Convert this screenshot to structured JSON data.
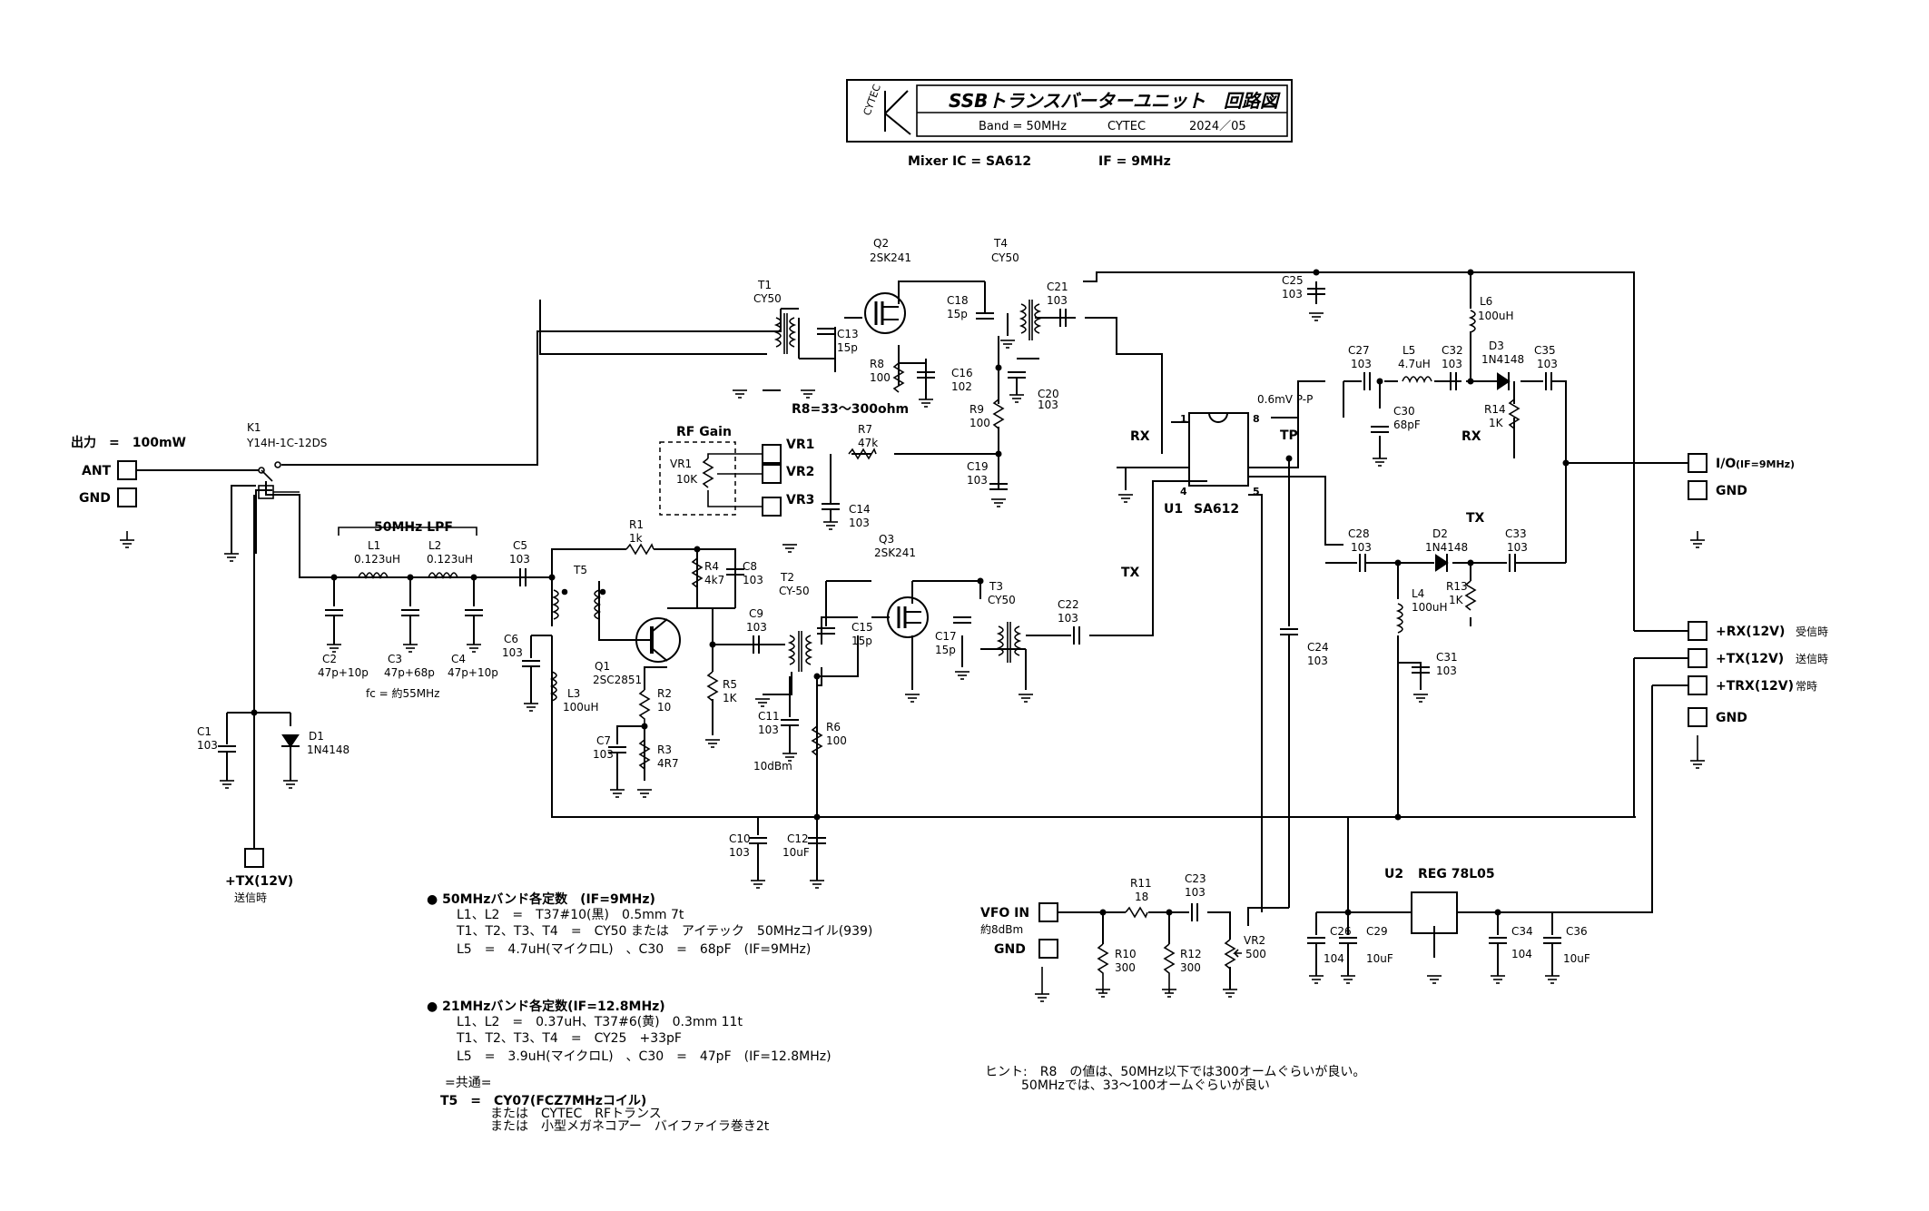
{
  "title_block": {
    "logo_text": "CYTEC",
    "title": "SSBトランスバーターユニット　回路図",
    "band": "Band = 50MHz",
    "maker": "CYTEC",
    "date": "2024／05",
    "mixer_ic": "Mixer IC = SA612",
    "if_freq": "IF = 9MHz"
  },
  "terminals": {
    "output_power": "出力　=　100mW",
    "ant": "ANT",
    "gnd1": "GND",
    "tx_bottom": "+TX(12V)",
    "tx_bottom_note": "送信時",
    "vr1": "VR1",
    "vr2": "VR2",
    "vr3": "VR3",
    "io": "I/O",
    "io_note": "(IF=9MHz)",
    "gnd2": "GND",
    "rx12": "+RX(12V)",
    "rx12_note": "受信時",
    "tx12": "+TX(12V)",
    "tx12_note": "送信時",
    "trx12": "+TRX(12V)",
    "trx12_note": "常時",
    "gnd3": "GND",
    "vfo_in": "VFO IN",
    "vfo_level": "約8dBm",
    "gnd4": "GND"
  },
  "labels": {
    "k1": "K1",
    "k1_val": "Y14H-1C-12DS",
    "lpf": "50MHz LPF",
    "fc": "fc = 約55MHz",
    "rf_gain": "RF Gain",
    "l1": "L1",
    "l1_val": "0.123uH",
    "l2": "L2",
    "l2_val": "0.123uH",
    "c5": "C5",
    "c5_val": "103",
    "c2": "C2",
    "c2_val": "47p+10p",
    "c3": "C3",
    "c3_val": "47p+68p",
    "c4": "C4",
    "c4_val": "47p+10p",
    "c1": "C1",
    "c1_val": "103",
    "d1": "D1",
    "d1_val": "1N4148",
    "c6": "C6",
    "c6_val": "103",
    "l3": "L3",
    "l3_val": "100uH",
    "t5": "T5",
    "r1": "R1",
    "r1_val": "1k",
    "r4": "R4",
    "r4_val": "4k7",
    "c8": "C8",
    "c8_val": "103",
    "q1": "Q1",
    "q1_val": "2SC2851",
    "r2": "R2",
    "r2_val": "10",
    "r3": "R3",
    "r3_val": "4R7",
    "c7": "C7",
    "c7_val": "103",
    "r5": "R5",
    "r5_val": "1K",
    "c9": "C9",
    "c9_val": "103",
    "t2": "T2",
    "t2_val": "CY-50",
    "c15": "C15",
    "c15_val": "15p",
    "c11": "C11",
    "c11_val": "103",
    "r6": "R6",
    "r6_val": "100",
    "level_10dbm": "10dBm",
    "c10": "C10",
    "c10_val": "103",
    "c12": "C12",
    "c12_val": "10uF",
    "q3": "Q3",
    "q3_val": "2SK241",
    "t3": "T3",
    "t3_val": "CY50",
    "c17": "C17",
    "c17_val": "15p",
    "c22": "C22",
    "c22_val": "103",
    "t1": "T1",
    "t1_val": "CY50",
    "c13": "C13",
    "c13_val": "15p",
    "q2": "Q2",
    "q2_val": "2SK241",
    "r8": "R8",
    "r8_val": "100",
    "r8_range": "R8=33～300ohm",
    "c16": "C16",
    "c16_val": "102",
    "t4": "T4",
    "t4_val": "CY50",
    "c18": "C18",
    "c18_val": "15p",
    "c21": "C21",
    "c21_val": "103",
    "c20": "C20",
    "c20_val": "103",
    "r9": "R9",
    "r9_val": "100",
    "c19": "C19",
    "c19_val": "103",
    "r7": "R7",
    "r7_val": "47k",
    "vr1_lbl": "VR1",
    "vr1_val": "10K",
    "c14": "C14",
    "c14_val": "103",
    "rx_sw": "RX",
    "tx_sw": "TX",
    "u1": "U1",
    "u1_val": "SA612",
    "tp": "TP",
    "tp_level": "0.6mV P-P",
    "c24": "C24",
    "c24_val": "103",
    "c25": "C25",
    "c25_val": "103",
    "l6": "L6",
    "l6_val": "100uH",
    "c27": "C27",
    "c27_val": "103",
    "l5": "L5",
    "l5_val": "4.7uH",
    "c32": "C32",
    "c32_val": "103",
    "d3": "D3",
    "d3_val": "1N4148",
    "c35": "C35",
    "c35_val": "103",
    "c30": "C30",
    "c30_val": "68pF",
    "r14": "R14",
    "r14_val": "1K",
    "rx_blk": "RX",
    "tx_blk": "TX",
    "c28": "C28",
    "c28_val": "103",
    "d2": "D2",
    "d2_val": "1N4148",
    "c33": "C33",
    "c33_val": "103",
    "r13": "R13",
    "r13_val": "1K",
    "l4": "L4",
    "l4_val": "100uH",
    "c31": "C31",
    "c31_val": "103",
    "r11": "R11",
    "r11_val": "18",
    "c23": "C23",
    "c23_val": "103",
    "r10": "R10",
    "r10_val": "300",
    "r12": "R12",
    "r12_val": "300",
    "vr2_lbl": "VR2",
    "vr2_val": "500",
    "u2": "U2",
    "u2_val": "REG 78L05",
    "c26": "C26",
    "c26_val": "104",
    "c29": "C29",
    "c29_val": "10uF",
    "c34": "C34",
    "c34_val": "104",
    "c36": "C36",
    "c36_val": "10uF"
  },
  "notes": {
    "n50_title": "● 50MHzバンド各定数　(IF=9MHz)",
    "n50_1": "L1、L2　=　T37#10(黒)　0.5mm 7t",
    "n50_2": "T1、T2、T3、T4　=　CY50 または　アイテック　50MHzコイル(939)",
    "n50_3": "L5　=　4.7uH(マイクロL)　、C30　=　68pF　(IF=9MHz)",
    "n21_title": "● 21MHzバンド各定数(IF=12.8MHz)",
    "n21_1": "L1、L2　=　0.37uH、T37#6(黄)　0.3mm 11t",
    "n21_2": "T1、T2、T3、T4　=　CY25　+33pF",
    "n21_3": "L5　=　3.9uH(マイクロL)　、C30　=　47pF　(IF=12.8MHz)",
    "common_title": "=共通=",
    "common_1": "T5　=　CY07(FCZ7MHzコイル)",
    "common_2": "または　CYTEC　RFトランス",
    "common_3": "または　小型メガネコアー　バイファイラ巻き2t",
    "hint_1": "ヒント:　R8　の値は、50MHz以下では300オームぐらいが良い。",
    "hint_2": "50MHzでは、33～100オームぐらいが良い"
  }
}
